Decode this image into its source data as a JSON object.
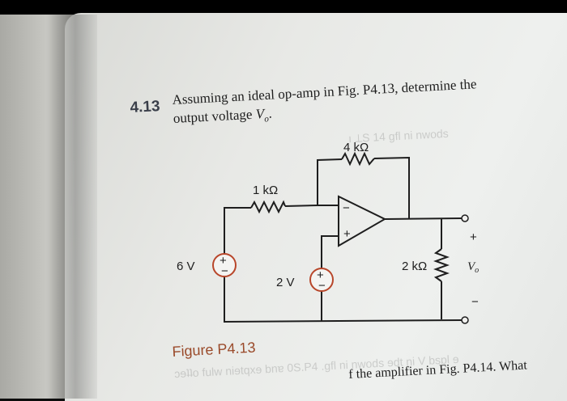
{
  "problem": {
    "number": "4.13",
    "line1": "Assuming an ideal op-amp in Fig. P4.13, determine the",
    "line2_prefix": "output voltage ",
    "line2_var": "V",
    "line2_sub": "o",
    "line2_suffix": "."
  },
  "circuit": {
    "resistor_feedback": "4 kΩ",
    "resistor_input": "1 kΩ",
    "resistor_load": "2 kΩ",
    "source_left": "6 V",
    "source_right": "2 V",
    "opamp_minus": "−",
    "opamp_plus": "+",
    "vo_plus": "+",
    "vo_label": "V",
    "vo_sub": "o",
    "vo_minus": "−",
    "source_plus": "+",
    "source_minus": "−"
  },
  "figure_caption": "Figure P4.13",
  "next_problem_fragment": "f the amplifier in Fig. P4.14. What",
  "colors": {
    "caption": "#9a4a2a",
    "source_circle": "#b8462a",
    "wire": "#1e1e1e"
  }
}
